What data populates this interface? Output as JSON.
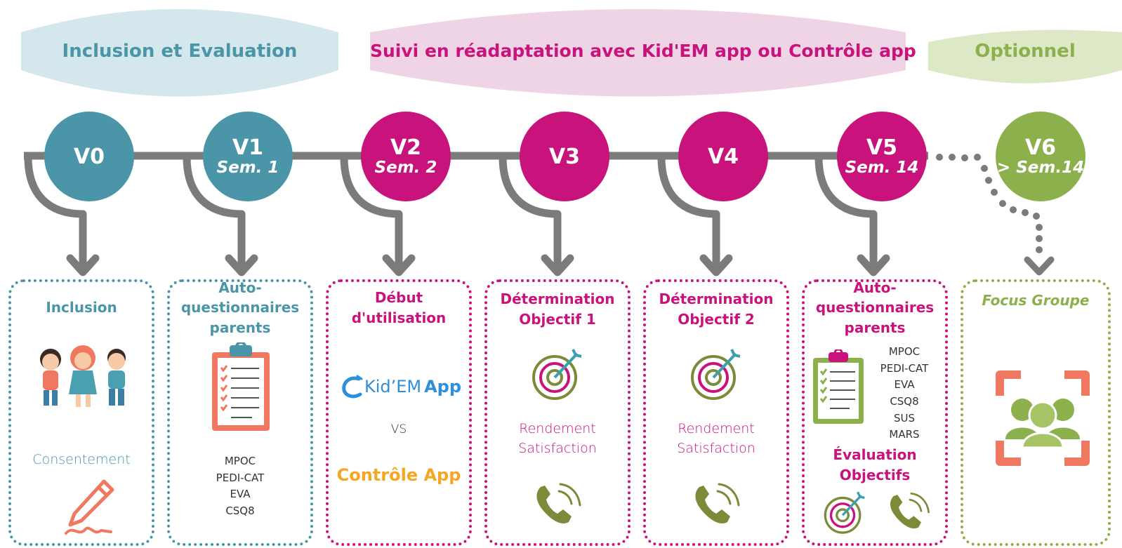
{
  "colors": {
    "teal": "#4a96a8",
    "magenta": "#c8127c",
    "green": "#8cb04c",
    "gray": "#7b7b7b",
    "teal_banner": "#d3e7ec",
    "pink_banner": "#efd4e6",
    "green_banner": "#dde8c6",
    "kidem_blue": "#2f8fd8",
    "controle_orange": "#f5a623",
    "coral": "#f07860"
  },
  "banners": {
    "inclusion": "Inclusion et Evaluation",
    "suivi": "Suivi en réadaptation avec Kid'EM app ou Contrôle app",
    "optionnel": "Optionnel"
  },
  "visits": [
    {
      "label": "V0",
      "sub": ""
    },
    {
      "label": "V1",
      "sub": "Sem. 1"
    },
    {
      "label": "V2",
      "sub": "Sem. 2"
    },
    {
      "label": "V3",
      "sub": ""
    },
    {
      "label": "V4",
      "sub": ""
    },
    {
      "label": "V5",
      "sub": "Sem. 14"
    },
    {
      "label": "V6",
      "sub": "> Sem.14"
    }
  ],
  "cards": {
    "c0": {
      "title": "Inclusion",
      "consent": "Consentement"
    },
    "c1": {
      "title1": "Auto-",
      "title2": "questionnaires",
      "title3": "parents",
      "items": [
        "MPOC",
        "PEDI-CAT",
        "EVA",
        "CSQ8"
      ]
    },
    "c2": {
      "title1": "Début",
      "title2": "d'utilisation",
      "kidem_name": "Kid’EM",
      "kidem_app": "App",
      "vs": "VS",
      "controle": "Contrôle App"
    },
    "c3": {
      "title1": "Détermination",
      "title2": "Objectif 1",
      "line1": "Rendement",
      "line2": "Satisfaction"
    },
    "c4": {
      "title1": "Détermination",
      "title2": "Objectif 2",
      "line1": "Rendement",
      "line2": "Satisfaction"
    },
    "c5": {
      "title1": "Auto-",
      "title2": "questionnaires",
      "title3": "parents",
      "items": [
        "MPOC",
        "PEDI-CAT",
        "EVA",
        "CSQ8",
        "SUS",
        "MARS"
      ],
      "eval1": "Évaluation",
      "eval2": "Objectifs"
    },
    "c6": {
      "title": "Focus Groupe"
    }
  },
  "icons": {
    "children": "children-icon",
    "pen": "pen-signature-icon",
    "clipboard": "clipboard-checklist-icon",
    "kidem_logo": "kidem-logo-icon",
    "target": "target-arrow-icon",
    "phone": "phone-ringing-icon",
    "focus_group": "focus-group-icon"
  }
}
